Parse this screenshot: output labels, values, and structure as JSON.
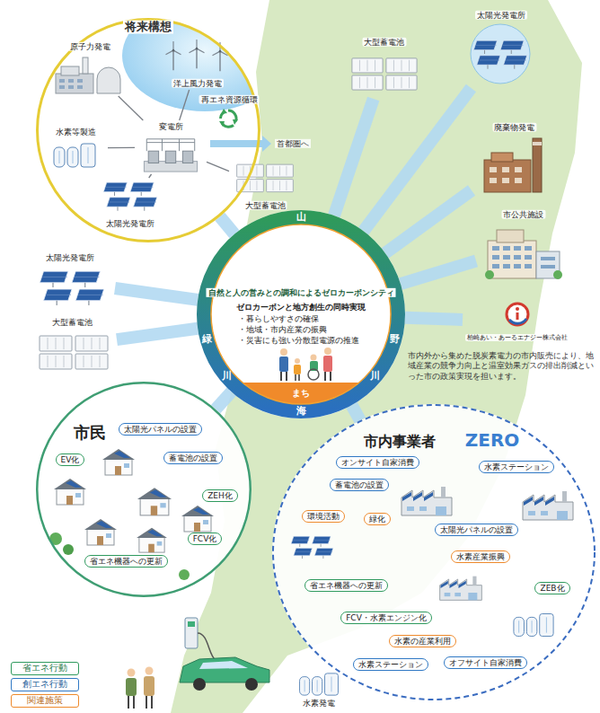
{
  "diagram": {
    "nodes": [
      {
        "text": [
          "将来構想"
        ]
      },
      {
        "text": [
          "原子力発電"
        ],
        "in": 0
      },
      {
        "text": [
          "洋上風力発電"
        ],
        "in": 0
      },
      {
        "text": [
          "再エネ資源循環"
        ],
        "in": 0
      },
      {
        "text": [
          "水素等製造"
        ],
        "in": 0
      },
      {
        "text": [
          "変電所"
        ],
        "in": 0
      },
      {
        "text": [
          "太陽光発電所"
        ],
        "in": 0
      },
      {
        "text": [
          "大型蓄電池"
        ],
        "in": 0
      },
      {
        "text": [
          "大型蓄電池"
        ]
      },
      {
        "text": [
          "太陽光発電所"
        ]
      },
      {
        "text": [
          "廃棄物発電"
        ]
      },
      {
        "text": [
          "市公共施設"
        ]
      },
      {
        "text": [
          "柏崎あい・あーるエナジー株式会社"
        ]
      },
      {
        "text": [
          "太陽光発電所"
        ]
      },
      {
        "text": [
          "大型蓄電池"
        ]
      },
      {
        "text": [
          "山",
          "緑",
          "野",
          "川",
          "川",
          "海",
          "自然と人の営みとの調和によるゼロカーボンシティ",
          "ゼロカーボンと地方創生の同時実現",
          "・暮らしやすさの確保",
          "・地域・市内産業の振興",
          "・災害にも強い分散型電源の推進",
          "まち"
        ]
      },
      {
        "text": [
          "市民"
        ]
      },
      {
        "text": [
          "太陽光パネルの設置"
        ],
        "in": 16
      },
      {
        "text": [
          "EV化"
        ],
        "in": 16
      },
      {
        "text": [
          "蓄電池の設置"
        ],
        "in": 16
      },
      {
        "text": [
          "ZEH化"
        ],
        "in": 16
      },
      {
        "text": [
          "FCV化"
        ],
        "in": 16
      },
      {
        "text": [
          "省エネ機器への更新"
        ],
        "in": 16
      },
      {
        "text": [
          "市内事業者",
          "ZERO"
        ]
      },
      {
        "text": [
          "オンサイト自家消費"
        ],
        "in": 23
      },
      {
        "text": [
          "蓄電池の設置"
        ],
        "in": 23
      },
      {
        "text": [
          "水素ステーション"
        ],
        "in": 23
      },
      {
        "text": [
          "環境活動"
        ],
        "in": 23
      },
      {
        "text": [
          "緑化"
        ],
        "in": 23
      },
      {
        "text": [
          "太陽光パネルの設置"
        ],
        "in": 23
      },
      {
        "text": [
          "水素産業振興"
        ],
        "in": 23
      },
      {
        "text": [
          "省エネ機器への更新"
        ],
        "in": 23
      },
      {
        "text": [
          "ZEB化"
        ],
        "in": 23
      },
      {
        "text": [
          "FCV・水素エンジン化"
        ],
        "in": 23
      },
      {
        "text": [
          "水素の産業利用"
        ],
        "in": 23
      },
      {
        "text": [
          "水素ステーション"
        ],
        "in": 23
      },
      {
        "text": [
          "オフサイト自家消費"
        ],
        "in": 23
      },
      {
        "text": [
          "水素発電"
        ]
      }
    ],
    "edges": [
      {
        "from": 15,
        "to": 0,
        "arrow": "none"
      },
      {
        "from": 15,
        "to": 8,
        "arrow": "none"
      },
      {
        "from": 15,
        "to": 9,
        "arrow": "none"
      },
      {
        "from": 15,
        "to": 10,
        "arrow": "none"
      },
      {
        "from": 15,
        "to": 11,
        "arrow": "none"
      },
      {
        "from": 15,
        "to": 12,
        "arrow": "none"
      },
      {
        "from": 15,
        "to": 13,
        "arrow": "none"
      },
      {
        "from": 15,
        "to": 14,
        "arrow": "none"
      },
      {
        "from": 15,
        "to": 16,
        "arrow": "none"
      },
      {
        "from": 15,
        "to": 23,
        "arrow": "none"
      },
      {
        "from": 1,
        "to": 5,
        "arrow": "none"
      },
      {
        "from": 2,
        "to": 5,
        "arrow": "none"
      },
      {
        "from": 4,
        "to": 5,
        "arrow": "none"
      },
      {
        "from": 6,
        "to": 5,
        "arrow": "none"
      },
      {
        "from": 7,
        "to": 5,
        "arrow": "none"
      }
    ],
    "labels": [
      "首都圏へ",
      "市内外から集めた脱炭素電力の市内販売により、地域産業の競争力向上と温室効果ガスの排出削減といった市の政策実現を担います。"
    ],
    "legend": [
      {
        "text": "省エネ行動",
        "color": "#2f9a5e"
      },
      {
        "text": "創エネ行動",
        "color": "#2f78c4"
      },
      {
        "text": "関連施策",
        "color": "#ee8a2c"
      }
    ]
  }
}
